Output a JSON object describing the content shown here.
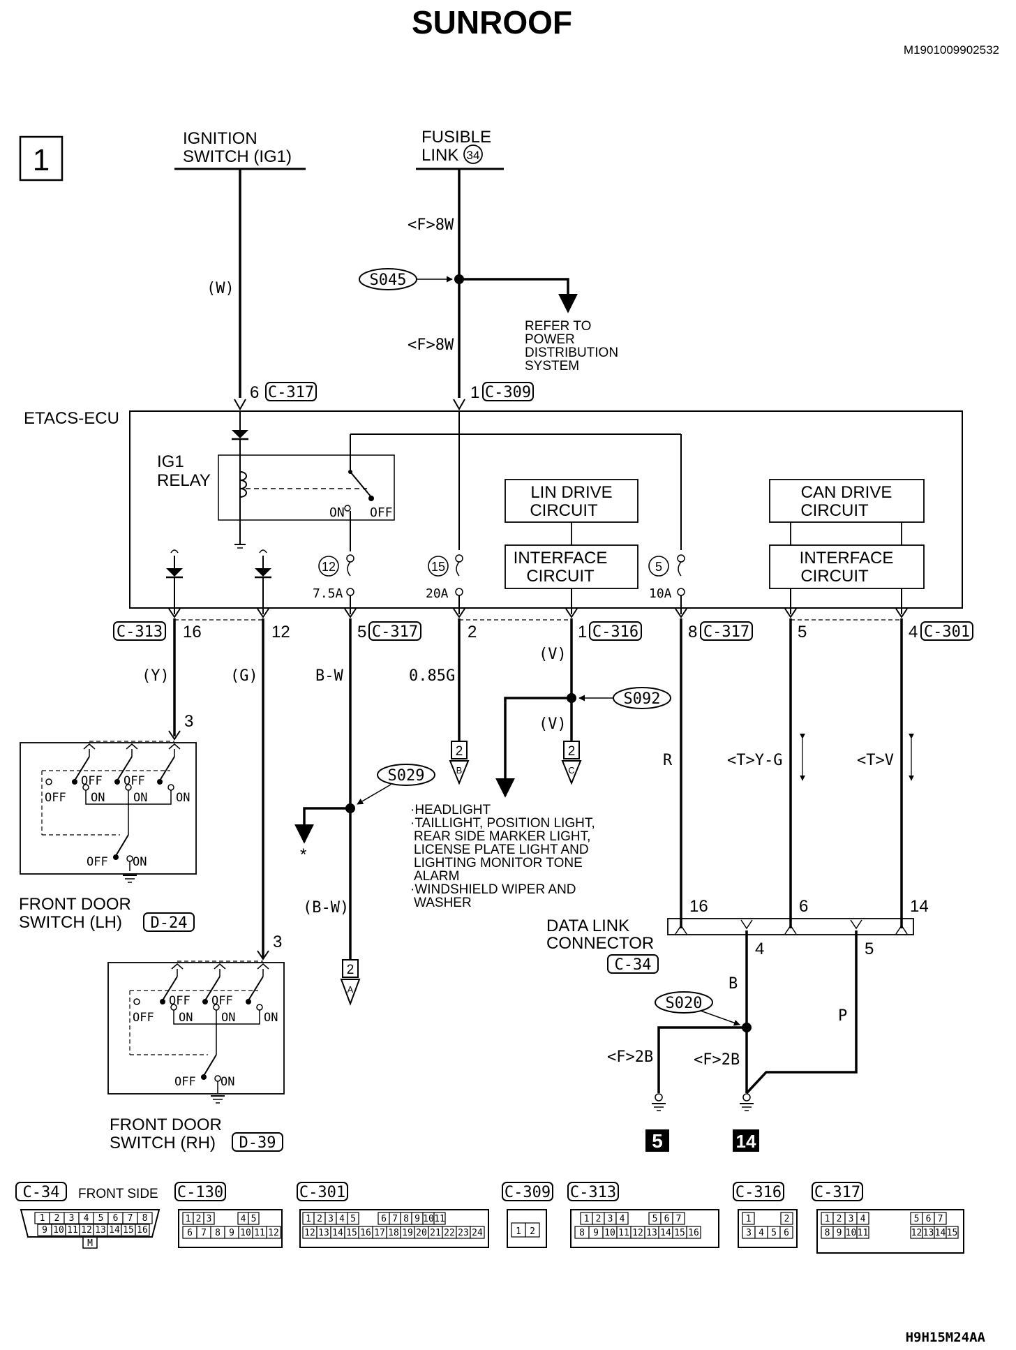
{
  "title": "SUNROOF",
  "doc_code": "M1901009902532",
  "page_number": "1",
  "footer_code": "H9H15M24AA",
  "sources": {
    "ignition": [
      "IGNITION",
      "SWITCH (IG1)"
    ],
    "fusible_link": {
      "line1": "FUSIBLE",
      "line2": "LINK",
      "number": "34"
    }
  },
  "wire_labels": {
    "ign_w": "(W)",
    "f8w_a": "<F>8W",
    "f8w_b": "<F>8W",
    "y": "(Y)",
    "g": "(G)",
    "bw": "B-W",
    "g085": "0.85G",
    "v1": "(V)",
    "v2": "(V)",
    "r": "R",
    "ty_g": "<T>Y-G",
    "tv": "<T>V",
    "bw2": "(B-W)",
    "b": "B",
    "p": "P",
    "f2b_a": "<F>2B",
    "f2b_b": "<F>2B"
  },
  "splices": {
    "s045": "S045",
    "s092": "S092",
    "s029": "S029",
    "s020": "S020"
  },
  "refer_to": [
    "REFER TO",
    "POWER",
    "DISTRIBUTION",
    "SYSTEM"
  ],
  "ecu": {
    "name": "ETACS-ECU",
    "relay": [
      "IG1",
      "RELAY"
    ],
    "relay_on": "ON",
    "relay_off": "OFF",
    "lin_drive": [
      "LIN DRIVE",
      "CIRCUIT"
    ],
    "interface1": [
      "INTERFACE",
      "CIRCUIT"
    ],
    "can_drive": [
      "CAN DRIVE",
      "CIRCUIT"
    ],
    "interface2": [
      "INTERFACE",
      "CIRCUIT"
    ],
    "fuses": [
      {
        "num": "12",
        "rating": "7.5A"
      },
      {
        "num": "15",
        "rating": "20A"
      },
      {
        "num": "5",
        "rating": "10A"
      }
    ]
  },
  "pins": {
    "top_6": "6",
    "top_6_conn": "C-317",
    "top_1": "1",
    "top_1_conn": "C-309",
    "b16": "16",
    "b16_conn": "C-313",
    "b12": "12",
    "b5": "5",
    "b5_conn": "C-317",
    "b2": "2",
    "b1": "1",
    "b1_conn": "C-316",
    "b8": "8",
    "b8_conn": "C-317",
    "b5b": "5",
    "b4": "4",
    "b4_conn": "C-301",
    "lh3": "3",
    "rh3": "3",
    "dlc16": "16",
    "dlc6": "6",
    "dlc14": "14",
    "dlc4": "4",
    "dlc5": "5"
  },
  "door_lh": {
    "name": [
      "FRONT DOOR",
      "SWITCH (LH)"
    ],
    "conn": "D-24"
  },
  "door_rh": {
    "name": [
      "FRONT DOOR",
      "SWITCH (RH)"
    ],
    "conn": "D-39"
  },
  "switch_labels": {
    "off": "OFF",
    "on": "ON"
  },
  "dlc": {
    "name": [
      "DATA LINK",
      "CONNECTOR"
    ],
    "conn": "C-34"
  },
  "offpage": {
    "b": {
      "num": "2",
      "letter": "B"
    },
    "c": {
      "num": "2",
      "letter": "C"
    },
    "a": {
      "num": "2",
      "letter": "A"
    }
  },
  "asterisk": "*",
  "loads": [
    "·HEADLIGHT",
    "·TAILLIGHT, POSITION LIGHT,",
    "REAR SIDE MARKER LIGHT,",
    "LICENSE PLATE LIGHT AND",
    "LIGHTING MONITOR TONE",
    "ALARM",
    "·WINDSHIELD WIPER AND",
    "WASHER"
  ],
  "grounds": {
    "g5": "5",
    "g14": "14"
  },
  "connectors": [
    {
      "id": "C-34",
      "note": "FRONT SIDE",
      "rows": [
        [
          "1",
          "2",
          "3",
          "4",
          "5",
          "6",
          "7",
          "8"
        ],
        [
          "9",
          "10",
          "11",
          "12",
          "13",
          "14",
          "15",
          "16"
        ]
      ],
      "sub": "M"
    },
    {
      "id": "C-130",
      "rows": [
        [
          "1",
          "2",
          "3",
          "4",
          "5"
        ],
        [
          "6",
          "7",
          "8",
          "9",
          "10",
          "11",
          "12"
        ]
      ]
    },
    {
      "id": "C-301",
      "rows": [
        [
          "1",
          "2",
          "3",
          "4",
          "5",
          "6",
          "7",
          "8",
          "9",
          "10",
          "11"
        ],
        [
          "12",
          "13",
          "14",
          "15",
          "16",
          "17",
          "18",
          "19",
          "20",
          "21",
          "22",
          "23",
          "24"
        ]
      ]
    },
    {
      "id": "C-309",
      "rows": [
        [
          "1",
          "2"
        ]
      ]
    },
    {
      "id": "C-313",
      "rows": [
        [
          "1",
          "2",
          "3",
          "4",
          "5",
          "6",
          "7"
        ],
        [
          "8",
          "9",
          "10",
          "11",
          "12",
          "13",
          "14",
          "15",
          "16"
        ]
      ]
    },
    {
      "id": "C-316",
      "rows": [
        [
          "1",
          "2"
        ],
        [
          "3",
          "4",
          "5",
          "6"
        ]
      ]
    },
    {
      "id": "C-317",
      "rows": [
        [
          "1",
          "2",
          "3",
          "4",
          "5",
          "6",
          "7"
        ],
        [
          "8",
          "9",
          "10",
          "11",
          "12",
          "13",
          "14",
          "15"
        ]
      ]
    }
  ]
}
